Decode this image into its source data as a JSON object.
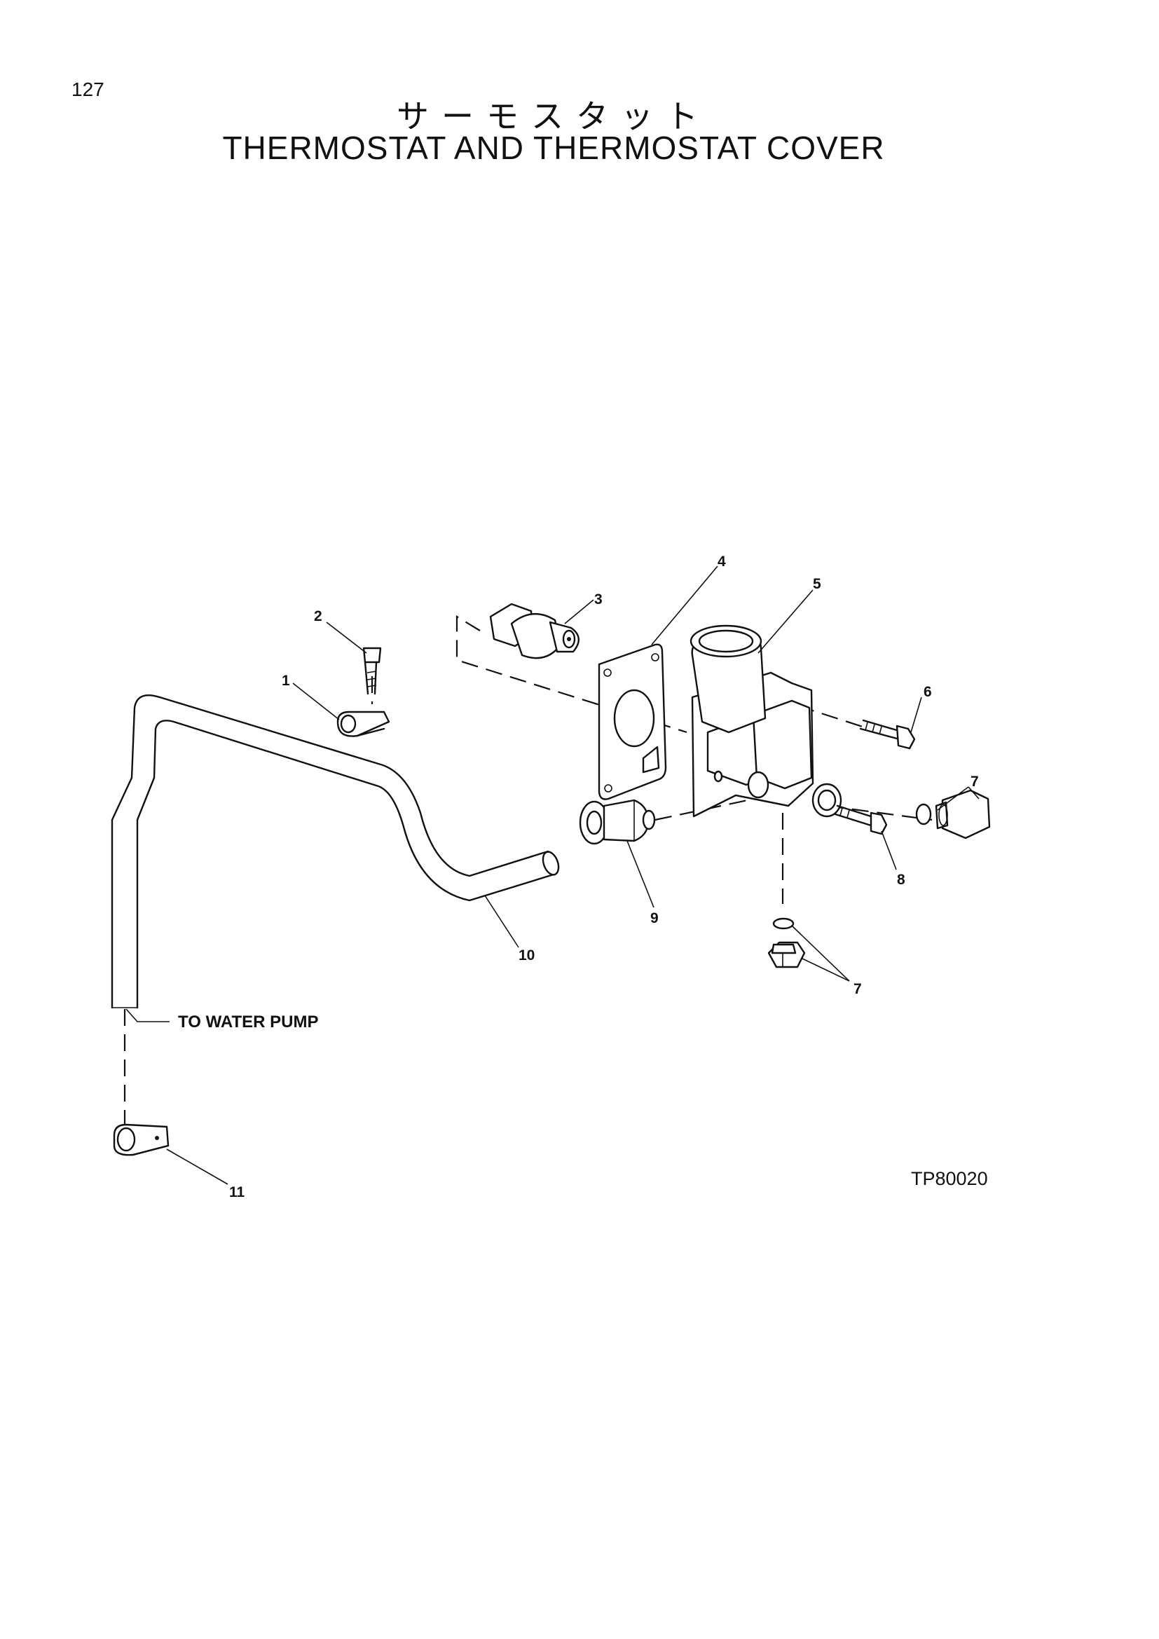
{
  "page": {
    "number": "127",
    "title_jp": "サーモスタット",
    "title_en": "THERMOSTAT AND THERMOSTAT COVER",
    "figure_code": "TP80020"
  },
  "diagram": {
    "callouts": {
      "c1": "1",
      "c2": "2",
      "c3": "3",
      "c4": "4",
      "c5": "5",
      "c6": "6",
      "c7a": "7",
      "c7b": "7",
      "c8": "8",
      "c9": "9",
      "c10": "10",
      "c11": "11"
    },
    "to_water_pump": "TO WATER PUMP"
  }
}
